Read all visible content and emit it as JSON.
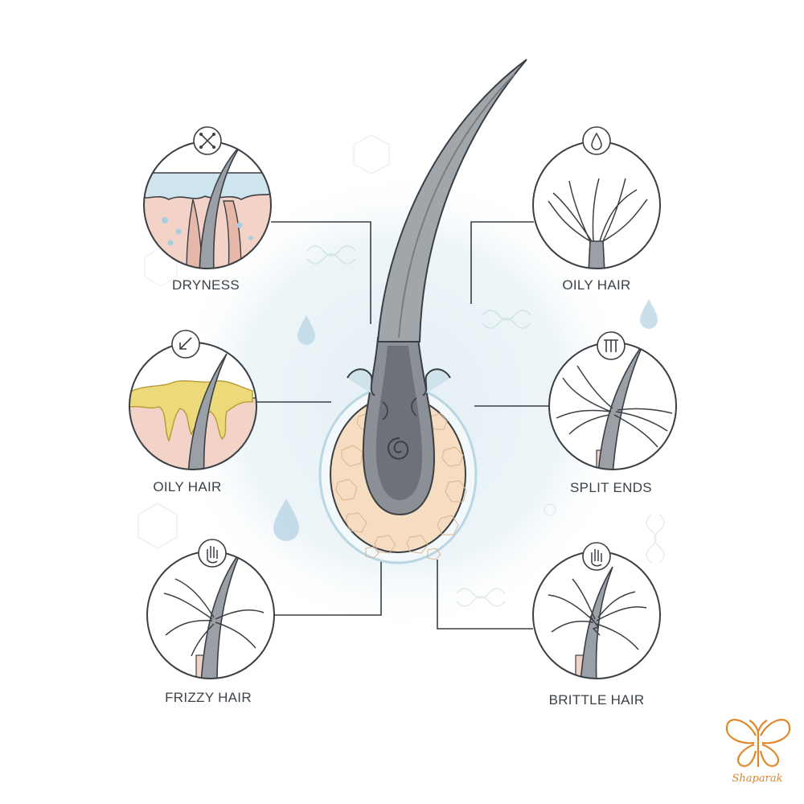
{
  "labels": {
    "dryness": "DRYNESS",
    "oily_top": "OILY HAIR",
    "oily_mid": "OILY HAIR",
    "split_ends": "SPLIT ENDS",
    "frizzy": "FRIZZY HAIR",
    "brittle": "BRITTLE HAIR"
  },
  "icons": {
    "dryness": "cross-arrows-icon",
    "oily_top": "oil-drop-icon",
    "oily_mid": "arrow-down-left-icon",
    "split_ends": "comb-icon",
    "frizzy": "hand-icon",
    "brittle": "hand-icon"
  },
  "logo": {
    "text": "Shaparak"
  },
  "colors": {
    "outline": "#3a3f45",
    "hair": "#8e9399",
    "hair_dark": "#5f656b",
    "skin": "#f3d3c8",
    "water": "#bfdbe8",
    "oil": "#ecd97a",
    "bulb": "#f6dcc0",
    "glow": "#e6f1f5",
    "logo": "#e0872a"
  }
}
